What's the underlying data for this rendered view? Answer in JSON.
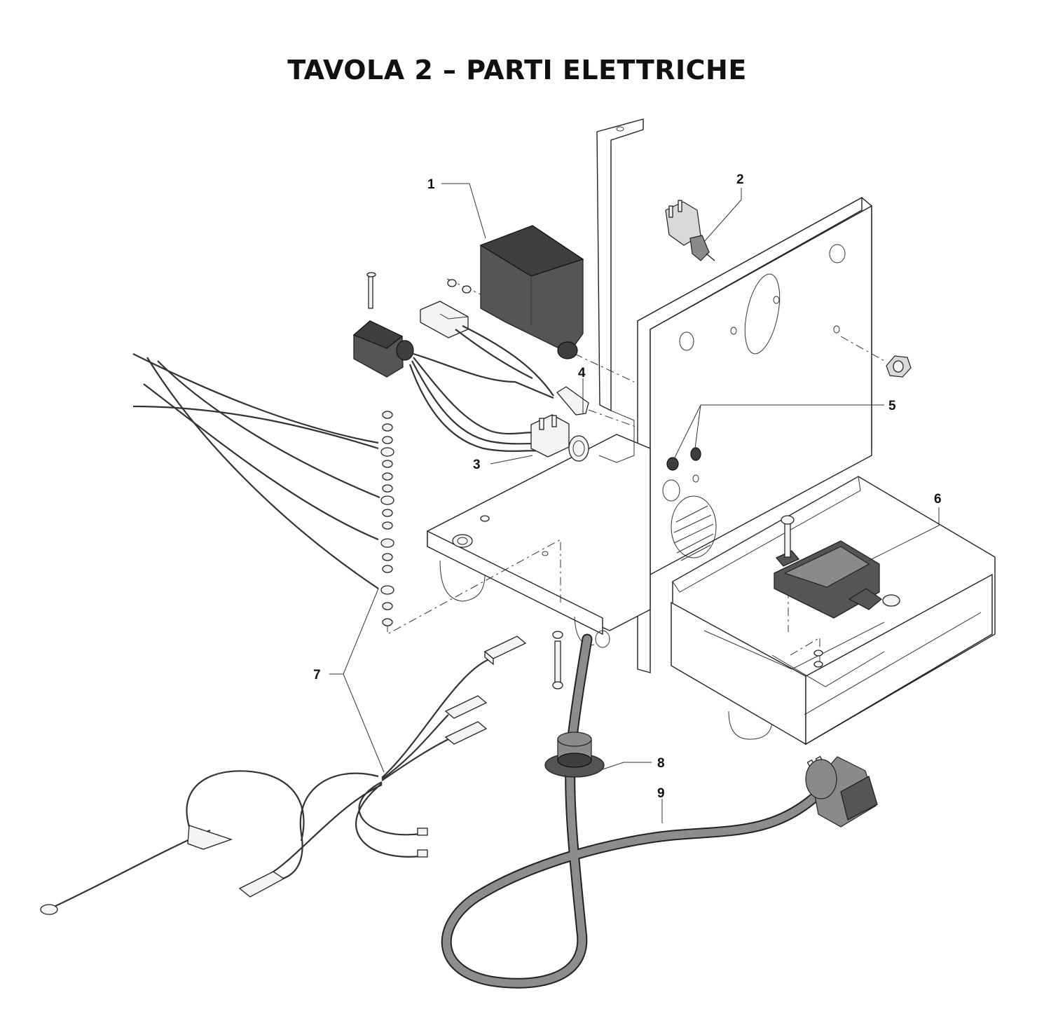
{
  "title": "TAVOLA 2 – PARTI ELETTRICHE",
  "callouts": [
    {
      "id": "1",
      "label": "1"
    },
    {
      "id": "2",
      "label": "2"
    },
    {
      "id": "3",
      "label": "3"
    },
    {
      "id": "4",
      "label": "4"
    },
    {
      "id": "5",
      "label": "5"
    },
    {
      "id": "6",
      "label": "6"
    },
    {
      "id": "7",
      "label": "7"
    },
    {
      "id": "8",
      "label": "8"
    },
    {
      "id": "9",
      "label": "9"
    }
  ]
}
